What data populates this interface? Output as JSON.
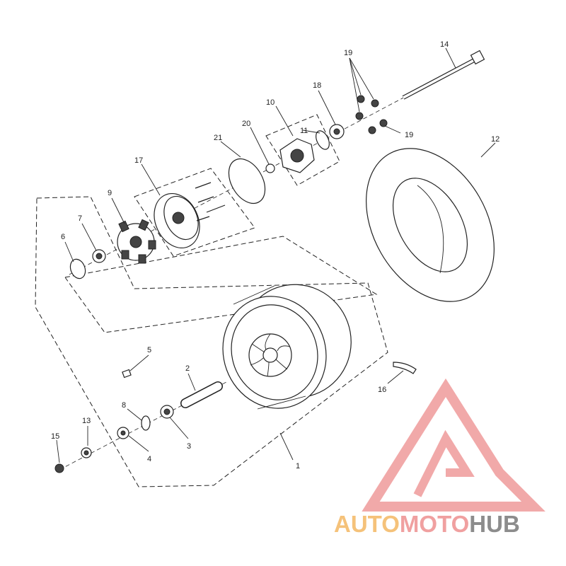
{
  "diagram": {
    "callouts": {
      "c1": "1",
      "c2": "2",
      "c3": "3",
      "c4": "4",
      "c5": "5",
      "c6": "6",
      "c7": "7",
      "c8": "8",
      "c9": "9",
      "c10": "10",
      "c11": "11",
      "c12": "12",
      "c13": "13",
      "c14": "14",
      "c15": "15",
      "c16": "16",
      "c17": "17",
      "c18": "18",
      "c19a": "19",
      "c19b": "19",
      "c20": "20",
      "c21": "21"
    }
  },
  "watermark": {
    "word_part1": "AUTO",
    "word_part2": "MOTO",
    "word_part3": "HUB",
    "colors": {
      "logo": "#f0a0a0",
      "auto": "#f5c27a",
      "moto": "#f0a0a0",
      "hub": "#8c8c8c"
    }
  }
}
